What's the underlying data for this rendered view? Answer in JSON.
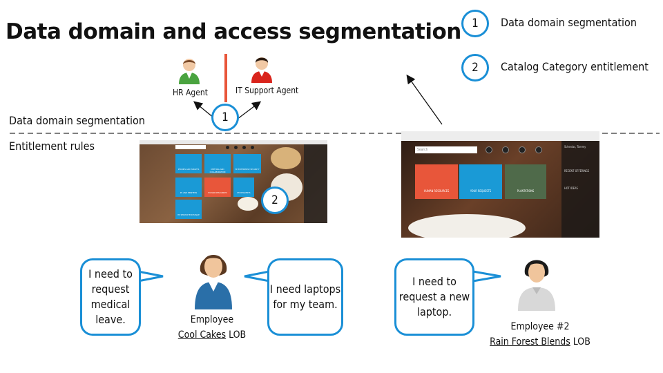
{
  "title": "Data domain and access segmentation",
  "legend": [
    {
      "number": "1",
      "text": "Data domain segmentation"
    },
    {
      "number": "2",
      "text": "Catalog Category entitlement"
    }
  ],
  "agents": {
    "hr": "HR Agent",
    "it": "IT Support Agent"
  },
  "markers": {
    "one": "1",
    "two": "2"
  },
  "rows": {
    "segmentation": "Data domain segmentation",
    "entitlement": "Entitlement rules"
  },
  "portal_left": {
    "tiles": [
      "PHONES AND TABLETS",
      "MEETING AND COLLABORATION",
      "HP ENTERPRISE SECURITY",
      "PC AND PRINTERS",
      "HUMAN RESOURCES",
      "MY REQUESTS",
      "HP SERVICE EXCHANGE"
    ]
  },
  "portal_right": {
    "search": "Search",
    "tiles": [
      "HUMAN RESOURCES",
      "YOUR REQUESTS",
      "PLANTATIONS"
    ],
    "side": [
      "Schenlas, Tommy",
      "RECENT OFFERINGS",
      "HOT IDEAS"
    ]
  },
  "bubbles": {
    "medical": "I need to request medical leave.",
    "laptops": "I need laptops for my team.",
    "laptop": "I need to request a new laptop."
  },
  "employee1": {
    "role": "Employee",
    "lob_name": "Cool Cakes",
    "lob_suffix": " LOB"
  },
  "employee2": {
    "role": "Employee #2",
    "lob_name": "Rain Forest Blends",
    "lob_suffix": " LOB"
  },
  "colors": {
    "accent": "#1a8fd6",
    "divider": "#e8563a",
    "tile_blue": "#1a9ad6",
    "tile_orange": "#e8563a"
  }
}
